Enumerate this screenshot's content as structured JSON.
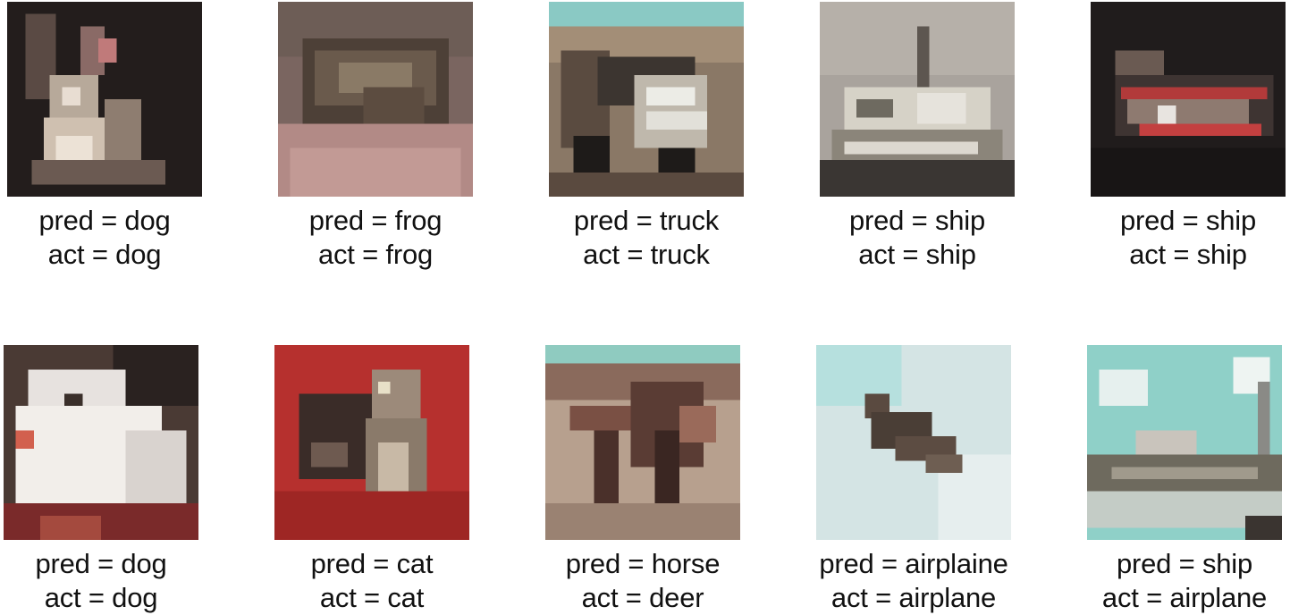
{
  "grid": {
    "cells": [
      {
        "image": "dog-image",
        "pred": "pred = dog",
        "act": "act = dog"
      },
      {
        "image": "frog-image",
        "pred": "pred = frog",
        "act": "act = frog"
      },
      {
        "image": "truck-image",
        "pred": "pred = truck",
        "act": "act = truck"
      },
      {
        "image": "ship-image",
        "pred": "pred = ship",
        "act": "act = ship"
      },
      {
        "image": "ship-image",
        "pred": "pred = ship",
        "act": "act = ship"
      },
      {
        "image": "dog-image",
        "pred": "pred = dog",
        "act": "act = dog"
      },
      {
        "image": "cat-image",
        "pred": "pred = cat",
        "act": "act = cat"
      },
      {
        "image": "deer-image",
        "pred": "pred = horse",
        "act": "act = deer"
      },
      {
        "image": "airplane-image",
        "pred": "pred = airplaine",
        "act": "act = airplane"
      },
      {
        "image": "airplane-image",
        "pred": "pred = ship",
        "act": "act = airplane"
      }
    ]
  }
}
